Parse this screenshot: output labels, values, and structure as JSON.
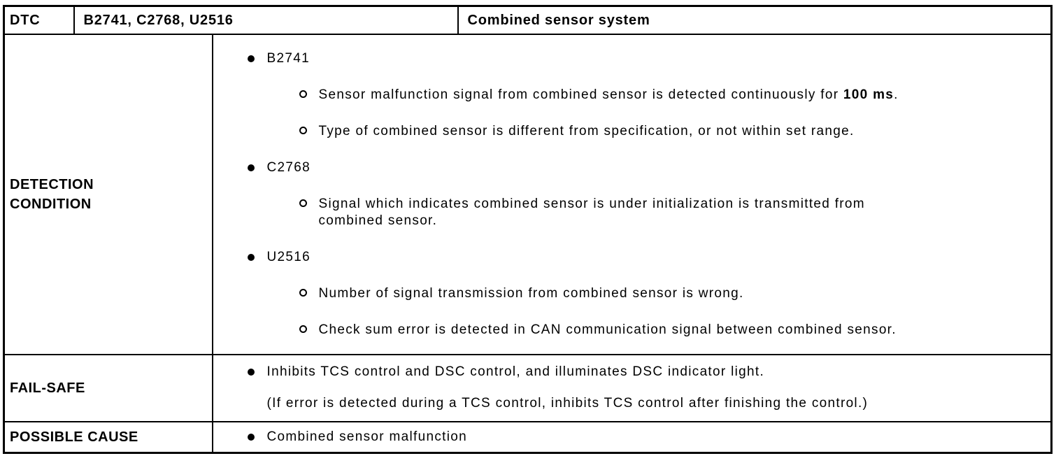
{
  "header": {
    "dtc_label": "DTC",
    "dtc_codes": "B2741, C2768, U2516",
    "system": "Combined sensor system"
  },
  "rows": {
    "detection": {
      "label": "DETECTION\nCONDITION",
      "items": [
        {
          "level": 1,
          "text": "B2741"
        },
        {
          "level": 2,
          "pre": "Sensor malfunction signal from combined sensor is detected continuously for ",
          "bold": "100 ms",
          "post": "."
        },
        {
          "level": 2,
          "text": "Type of combined sensor is different from specification, or not within set range."
        },
        {
          "level": 1,
          "text": "C2768"
        },
        {
          "level": 2,
          "text": "Signal which indicates combined sensor is under initialization is transmitted from combined sensor."
        },
        {
          "level": 1,
          "text": "U2516"
        },
        {
          "level": 2,
          "text": "Number of signal transmission from combined sensor is wrong."
        },
        {
          "level": 2,
          "text": "Check sum error is detected in CAN communication signal between combined sensor."
        }
      ]
    },
    "failsafe": {
      "label": "FAIL-SAFE",
      "bullet_text": "Inhibits TCS control and DSC control, and illuminates DSC indicator light.",
      "note": "(If error is detected during a TCS control, inhibits TCS control after finishing the control.)"
    },
    "possible_cause": {
      "label": "POSSIBLE CAUSE",
      "bullet_text": "Combined sensor malfunction"
    }
  },
  "colors": {
    "text": "#000000",
    "border": "#000000",
    "background": "#ffffff"
  }
}
